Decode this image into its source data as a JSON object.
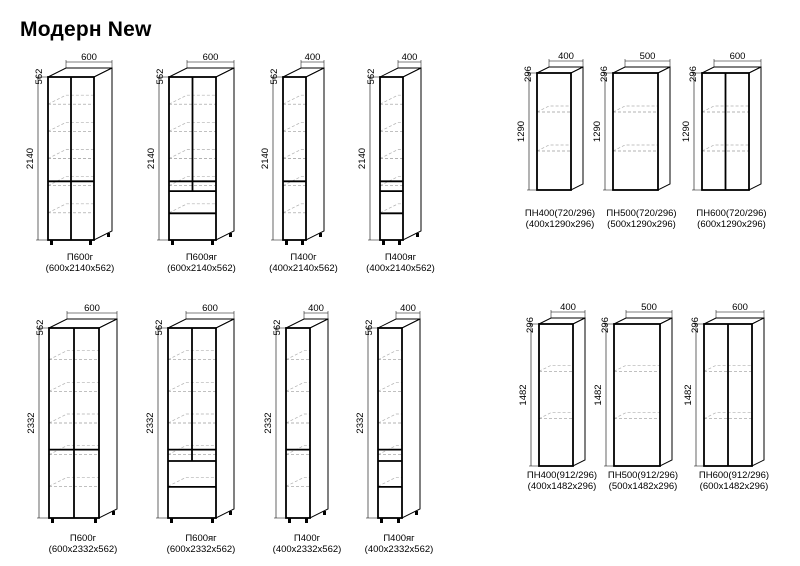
{
  "title": "Модерн New",
  "colors": {
    "line": "#000000",
    "panel": "#ffffff",
    "shelf": "#9a9a9a",
    "ghost": "#b0b0b0"
  },
  "groups": [
    {
      "id": "tall-2140",
      "items": [
        {
          "width": "600",
          "depth": "562",
          "height": "2140",
          "name": "П600г",
          "size": "(600х2140х562)",
          "type": "glass-2door"
        },
        {
          "width": "600",
          "depth": "562",
          "height": "2140",
          "name": "П600яг",
          "size": "(600х2140х562)",
          "type": "glass-drawers-2door"
        },
        {
          "width": "400",
          "depth": "562",
          "height": "2140",
          "name": "П400г",
          "size": "(400х2140х562)",
          "type": "glass-1door"
        },
        {
          "width": "400",
          "depth": "562",
          "height": "2140",
          "name": "П400яг",
          "size": "(400х2140х562)",
          "type": "glass-drawers-1door"
        }
      ]
    },
    {
      "id": "tall-2332",
      "items": [
        {
          "width": "600",
          "depth": "562",
          "height": "2332",
          "name": "П600г",
          "size": "(600х2332х562)",
          "type": "glass-2door"
        },
        {
          "width": "600",
          "depth": "562",
          "height": "2332",
          "name": "П600яг",
          "size": "(600х2332х562)",
          "type": "glass-drawers-2door"
        },
        {
          "width": "400",
          "depth": "562",
          "height": "2332",
          "name": "П400г",
          "size": "(400х2332х562)",
          "type": "glass-1door"
        },
        {
          "width": "400",
          "depth": "562",
          "height": "2332",
          "name": "П400яг",
          "size": "(400х2332х562)",
          "type": "glass-drawers-1door"
        }
      ]
    },
    {
      "id": "wall-1290",
      "items": [
        {
          "width": "400",
          "depth": "296",
          "height": "1290",
          "name": "ПН400(720/296)",
          "size": "(400х1290х296)",
          "type": "wall-1door"
        },
        {
          "width": "500",
          "depth": "296",
          "height": "1290",
          "name": "ПН500(720/296)",
          "size": "(500х1290х296)",
          "type": "wall-1door"
        },
        {
          "width": "600",
          "depth": "296",
          "height": "1290",
          "name": "ПН600(720/296)",
          "size": "(600х1290х296)",
          "type": "wall-2door"
        }
      ]
    },
    {
      "id": "wall-1482",
      "items": [
        {
          "width": "400",
          "depth": "296",
          "height": "1482",
          "name": "ПН400(912/296)",
          "size": "(400х1482х296)",
          "type": "wall-1door"
        },
        {
          "width": "500",
          "depth": "296",
          "height": "1482",
          "name": "ПН500(912/296)",
          "size": "(500х1482х296)",
          "type": "wall-1door"
        },
        {
          "width": "600",
          "depth": "296",
          "height": "1482",
          "name": "ПН600(912/296)",
          "size": "(600х1482х296)",
          "type": "wall-2door"
        }
      ]
    }
  ]
}
